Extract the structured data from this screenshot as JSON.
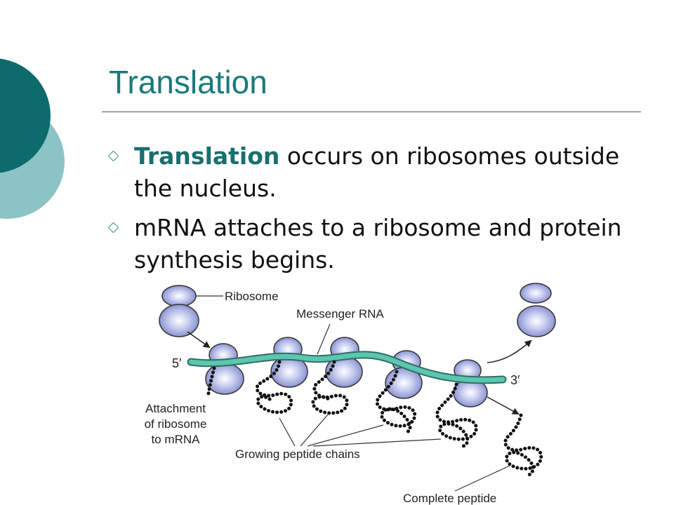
{
  "slide": {
    "title": "Translation",
    "bullets": [
      {
        "keyword": "Translation",
        "text": " occurs on ribosomes outside the nucleus."
      },
      {
        "keyword": "",
        "text": "mRNA attaches to a ribosome and protein synthesis begins."
      }
    ]
  },
  "figure": {
    "labels": {
      "ribosome": "Ribosome",
      "messenger_rna": "Messenger RNA",
      "five_prime": "5′",
      "three_prime": "3′",
      "attachment_line1": "Attachment",
      "attachment_line2": "of ribosome",
      "attachment_line3": "to mRNA",
      "growing": "Growing peptide chains",
      "complete": "Complete peptide"
    }
  },
  "colors": {
    "accent": "#1a7a7a",
    "accent_light": "#7fbfc0",
    "mrna": "#5cc6b0",
    "ribosome": "#9aa3dc"
  }
}
